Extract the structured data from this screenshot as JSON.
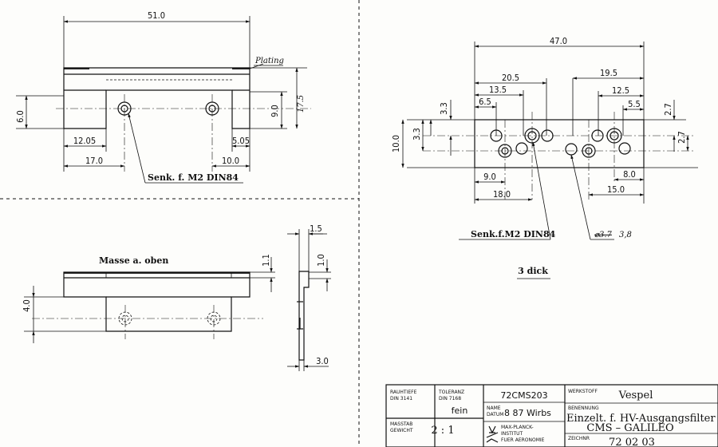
{
  "top_left_view": {
    "dim_overall_width": "51.0",
    "plating_label": "Plating",
    "dim_height": "6.0",
    "dim_right_height": "9.0",
    "dim_right_height_hand": "17.5",
    "dim_left_step": "12.05",
    "dim_hole_left": "17.0",
    "dim_right_step": "5.05",
    "dim_hole_right": "10.0",
    "hole_callout": "Senk. f. M2 DIN84"
  },
  "side_view": {
    "surface_note": "Masse a. oben",
    "dim_height": "4.0",
    "dim_top_thickness": "1.1"
  },
  "end_view": {
    "dim_top": "1.5",
    "dim_thickness": "1.0",
    "dim_bottom": "3.0"
  },
  "top_right_view": {
    "dim_overall": "47.0",
    "dim_20_5": "20.5",
    "dim_13_5": "13.5",
    "dim_6_5": "6.5",
    "dim_19_5": "19.5",
    "dim_12_5": "12.5",
    "dim_5_5": "5.5",
    "dim_3_3_a": "3.3",
    "dim_3_3_b": "3.3",
    "dim_10_0": "10.0",
    "dim_2_7_a": "2.7",
    "dim_2_7_b": "2.7",
    "dim_9_0": "9.0",
    "dim_18_0": "18.0",
    "dim_8_0": "8.0",
    "dim_15_0": "15.0",
    "hole_callout": "Senk.f.M2 DIN84",
    "bore_callout_struck": "⌀3.7",
    "bore_callout_hand": "3,8",
    "thickness_note": "3 dick"
  },
  "title_block": {
    "rauhtiefe_label": "RAUHTIEFE",
    "rauhtiefe_norm": "DIN 3141",
    "toleranz_label": "TOLERANZ",
    "toleranz_norm": "DIN 7168",
    "toleranz_value": "fein",
    "massstab_label": "MASSTAB",
    "gewicht_label": "GEWICHT",
    "scale_value": "2 : 1",
    "drawing_number": "72CMS203",
    "name_label": "NAME",
    "datum_label": "DATUM",
    "name_date_value": "8 87 Wirbs",
    "institute_line1": "MAX-PLANCK-",
    "institute_line2": "INSTITUT",
    "institute_line3": "FUER AERONOMIE",
    "werkstoff_label": "WERKSTOFF",
    "material_value": "Vespel",
    "benennung_label": "BENENNUNG",
    "title_line1": "Einzelt. f. HV-Ausgangsfilter",
    "title_line2": "CMS – GALILEO",
    "zeichnr_label": "ZEICHNR",
    "zeichnr_value": "72 02 03"
  }
}
